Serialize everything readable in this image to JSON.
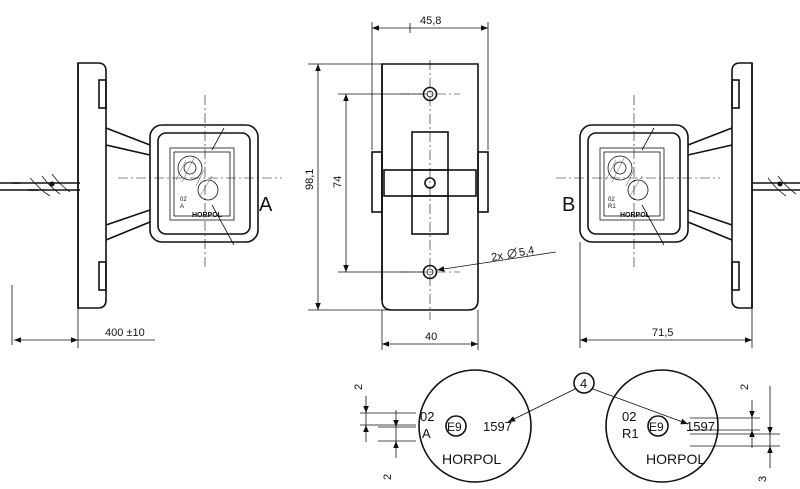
{
  "dimensions": {
    "width_top": "45,8",
    "height_overall": "98,1",
    "hole_spacing": "74",
    "hole_callout": "2x",
    "hole_diameter": "5,4",
    "base_width": "40",
    "cable_length": "400 ±10",
    "depth": "71,5"
  },
  "view_labels": {
    "left": "A",
    "right": "B"
  },
  "lens_marks": {
    "left": {
      "line1": "02",
      "line2": "A",
      "approval": "E9",
      "number": "1597",
      "brand": "HORPOL"
    },
    "right": {
      "line1": "02",
      "line2": "R1",
      "approval": "E9",
      "number": "1597",
      "brand": "HORPOL"
    }
  },
  "callout": "4",
  "detail_dims": {
    "left_top": "2",
    "left_bottom": "2",
    "right_top": "2",
    "right_bottom": "3"
  }
}
